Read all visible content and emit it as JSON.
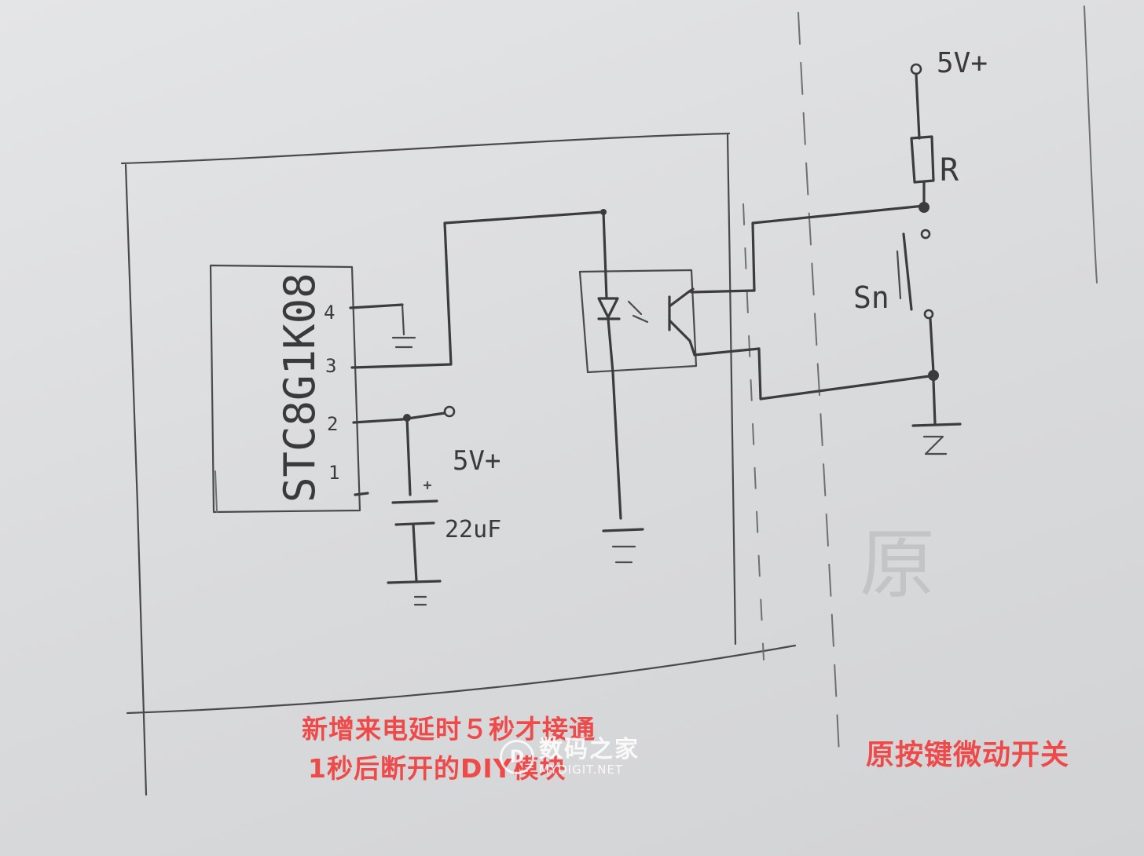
{
  "labels": {
    "chip": "STC8G1K08",
    "pin1": "1",
    "pin2": "2",
    "pin3": "3",
    "pin4": "4",
    "vcc_chip": "5V+",
    "capacitor": "22uF",
    "vcc_right": "5V+",
    "resistor": "R",
    "switch": "Sn",
    "faint_char": "原"
  },
  "captions": {
    "left_line1": "新增来电延时５秒才接通",
    "left_line2": "1秒后断开的DIY模块",
    "right": "原按键微动开关"
  },
  "watermark": {
    "logo": "D",
    "cn": "数码之家",
    "en": "MYDIGIT.NET"
  },
  "colors": {
    "paper": "#dcdddf",
    "pencil": "#3c3c3e",
    "caption": "#ef4a4a"
  }
}
